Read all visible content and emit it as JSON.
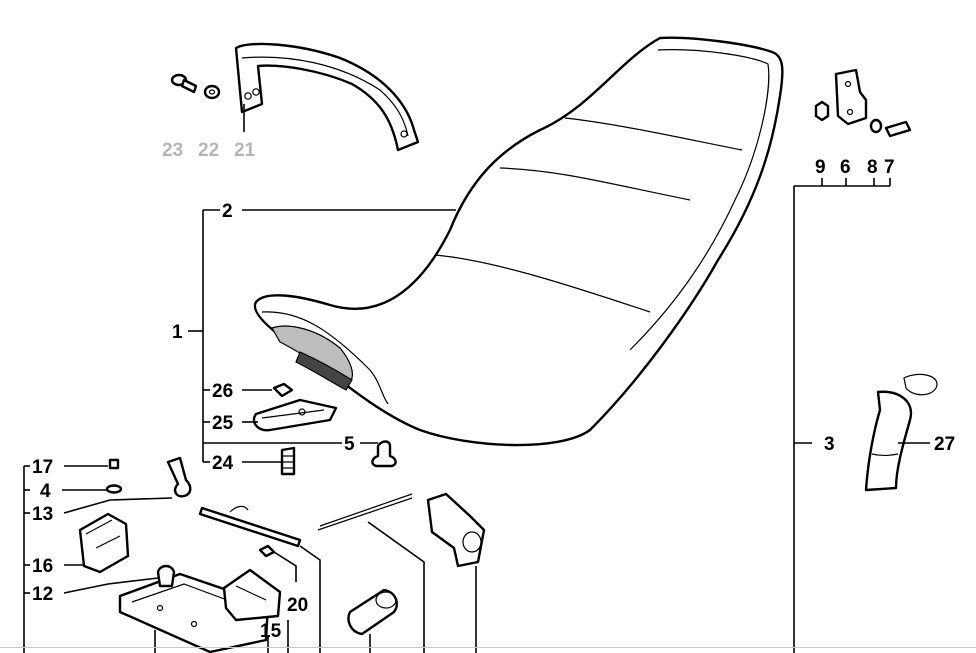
{
  "diagram": {
    "labels": {
      "l1": "1",
      "l2": "2",
      "l3": "3",
      "l4": "4",
      "l5": "5",
      "l6": "6",
      "l7": "7",
      "l8": "8",
      "l9": "9",
      "l12": "12",
      "l13": "13",
      "l15": "15",
      "l16": "16",
      "l17": "17",
      "l20": "20",
      "l21": "21",
      "l22": "22",
      "l23": "23",
      "l24": "24",
      "l25": "25",
      "l26": "26",
      "l27": "27"
    }
  }
}
